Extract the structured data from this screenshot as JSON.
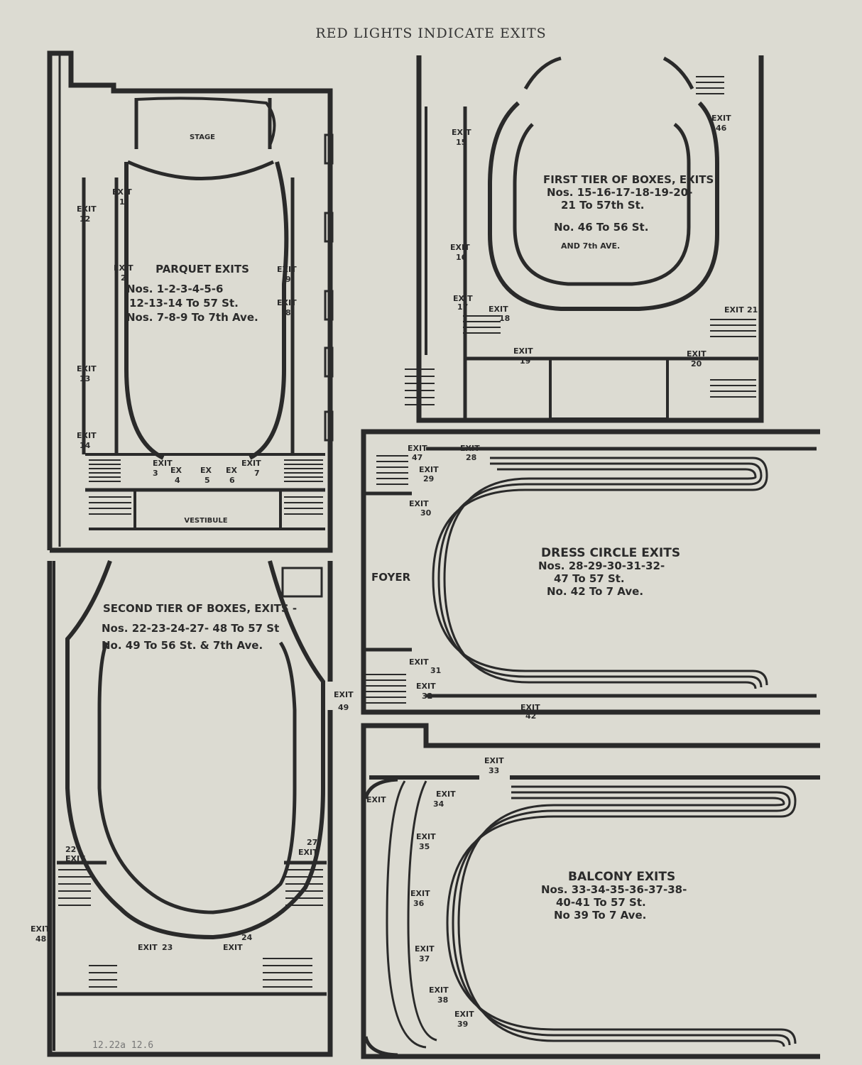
{
  "page": {
    "title": "RED LIGHTS INDICATE EXITS",
    "archive_note": "12.22a 12.6"
  },
  "parquet": {
    "stage": "STAGE",
    "vestibule": "VESTIBULE",
    "heading": "PARQUET EXITS",
    "line1": "Nos. 1-2-3-4-5-6",
    "line2": "12-13-14 To 57 St.",
    "line3": "Nos. 7-8-9 To 7th Ave.",
    "exits": [
      {
        "top": "EXIT",
        "num": "1"
      },
      {
        "top": "EXIT",
        "num": "2"
      },
      {
        "top": "EXIT",
        "num": "12"
      },
      {
        "top": "EXIT",
        "num": "13"
      },
      {
        "top": "EXIT",
        "num": "14"
      },
      {
        "top": "EXIT",
        "num": "3"
      },
      {
        "top": "EX",
        "num": "4"
      },
      {
        "top": "EX",
        "num": "5"
      },
      {
        "top": "EX",
        "num": "6"
      },
      {
        "top": "EXIT",
        "num": "7"
      },
      {
        "top": "EXIT",
        "num": "9"
      },
      {
        "top": "EXIT",
        "num": "8"
      }
    ]
  },
  "first_tier": {
    "line1": "FIRST TIER OF BOXES, EXITS",
    "line2": "Nos. 15-16-17-18-19-20-",
    "line3": "21 To 57th St.",
    "line4": "No. 46 To 56 St.",
    "line5": "AND 7th AVE.",
    "exits": [
      {
        "top": "EXIT",
        "num": "15"
      },
      {
        "top": "EXIT",
        "num": "16"
      },
      {
        "top": "EXIT",
        "num": "17"
      },
      {
        "top": "EXIT",
        "num": "18"
      },
      {
        "top": "EXIT",
        "num": "19"
      },
      {
        "top": "EXIT",
        "num": "20"
      },
      {
        "top": "EXIT",
        "num": "21"
      },
      {
        "top": "EXIT",
        "num": "46"
      }
    ]
  },
  "dress_circle": {
    "foyer": "FOYER",
    "line1": "DRESS CIRCLE EXITS",
    "line2": "Nos. 28-29-30-31-32-",
    "line3": "47 To 57 St.",
    "line4": "No. 42 To 7 Ave.",
    "exits": [
      {
        "top": "EXIT",
        "num": "47"
      },
      {
        "top": "EXIT",
        "num": "28"
      },
      {
        "top": "EXIT",
        "num": "29"
      },
      {
        "top": "EXIT",
        "num": "30"
      },
      {
        "top": "EXIT",
        "num": "31"
      },
      {
        "top": "EXIT",
        "num": "32"
      },
      {
        "top": "EXIT",
        "num": "42"
      }
    ]
  },
  "second_tier": {
    "line1": "SECOND TIER OF BOXES, EXITS -",
    "line2": "Nos. 22-23-24-27- 48 To 57 St",
    "line3": "No. 49 To 56 St. & 7th Ave.",
    "exits": [
      {
        "top": "EXIT",
        "num": "49"
      },
      {
        "top": "22",
        "num": "EXIT"
      },
      {
        "top": "27",
        "num": "EXIT"
      },
      {
        "top": "EXIT",
        "num": "48"
      },
      {
        "top": "EXIT",
        "num": "23"
      },
      {
        "top": "24",
        "num": "EXIT"
      }
    ]
  },
  "balcony": {
    "line1": "BALCONY EXITS",
    "line2": "Nos. 33-34-35-36-37-38-",
    "line3": "40-41 To 57 St.",
    "line4": "No 39 To 7 Ave.",
    "exits": [
      {
        "top": "EXIT",
        "num": "33"
      },
      {
        "top": "EXIT",
        "num": ""
      },
      {
        "top": "EXIT",
        "num": "34"
      },
      {
        "top": "EXIT",
        "num": "35"
      },
      {
        "top": "EXIT",
        "num": "36"
      },
      {
        "top": "EXIT",
        "num": "37"
      },
      {
        "top": "EXIT",
        "num": "38"
      },
      {
        "top": "EXIT",
        "num": "39"
      }
    ]
  }
}
